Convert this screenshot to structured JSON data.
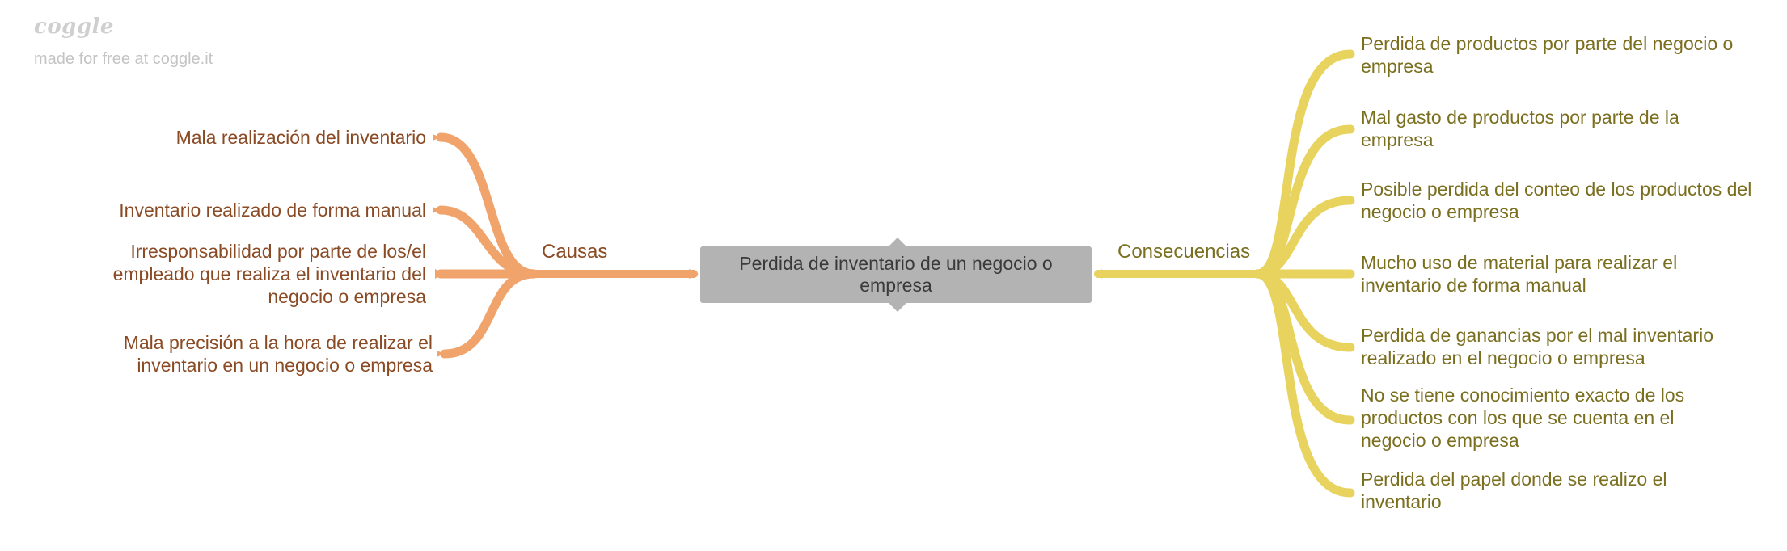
{
  "branding": {
    "logo": "coggle",
    "tagline": "made for free at coggle.it"
  },
  "central_topic": "Perdida de inventario de un negocio o empresa",
  "colors": {
    "central": "#b3b3b3",
    "causes_branch": "#f0a46c",
    "causes_text": "#8a4a24",
    "consequences_branch": "#e8d35e",
    "consequences_text": "#7a6e1f"
  },
  "causes": {
    "label": "Causas",
    "items": [
      "Mala realización del inventario",
      "Inventario realizado de forma manual",
      "Irresponsabilidad por parte de los/el empleado que realiza el inventario del negocio o empresa",
      "Mala precisión a la hora de realizar el inventario en un negocio o empresa"
    ]
  },
  "consequences": {
    "label": "Consecuencias",
    "items": [
      "Perdida de productos por parte del negocio o empresa",
      "Mal gasto de productos por parte de la empresa",
      "Posible perdida del conteo de los productos del negocio o empresa",
      "Mucho uso de material para realizar el inventario de forma manual",
      "Perdida de ganancias por el mal inventario realizado en el negocio o empresa",
      "No se tiene conocimiento exacto de los productos con los que se cuenta en el negocio o empresa",
      "Perdida del papel donde se realizo el inventario"
    ]
  }
}
